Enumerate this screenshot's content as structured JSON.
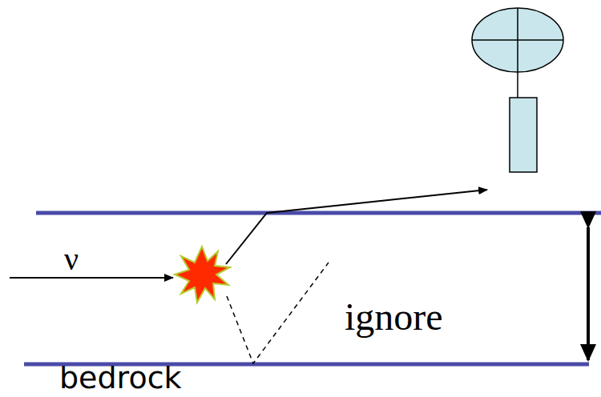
{
  "diagram": {
    "labels": [
      "ν",
      "ignore",
      "bedrock"
    ]
  }
}
